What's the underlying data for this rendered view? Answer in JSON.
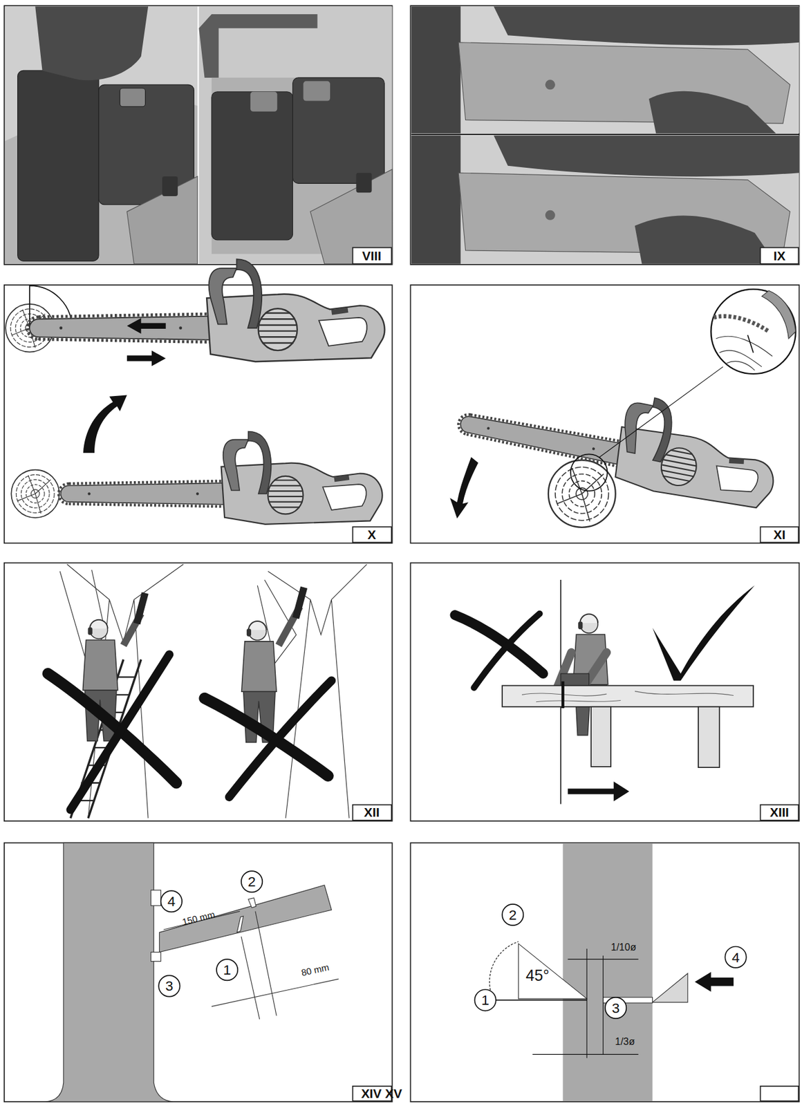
{
  "diagram": {
    "labels": [
      "VIII",
      "IX",
      "X",
      "XI",
      "XII",
      "XIII",
      "4",
      "2",
      "150 mm",
      "1",
      "80 mm",
      "3",
      "XIV XV",
      "2",
      "45°",
      "1",
      "1/10ø",
      "4",
      "3",
      "1/3ø"
    ]
  }
}
